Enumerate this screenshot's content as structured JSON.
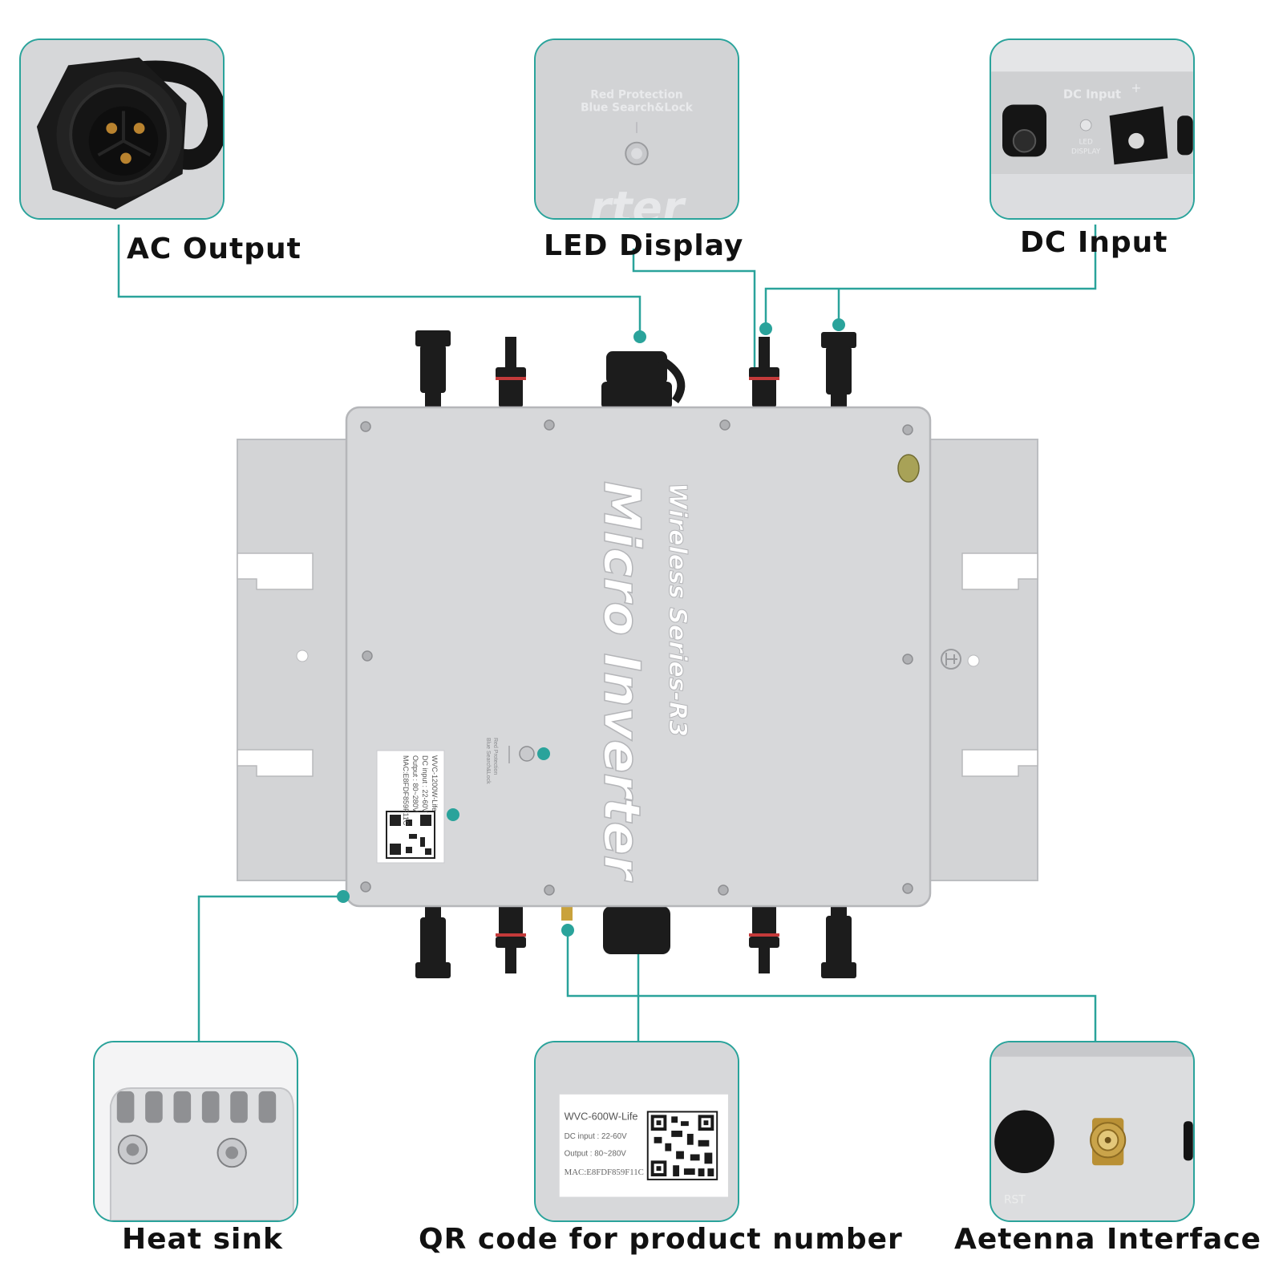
{
  "labels": {
    "ac_output": "AC Output",
    "led_display": "LED Display",
    "dc_input": "DC Input",
    "heat_sink": "Heat sink",
    "qr_code": "QR code for product number",
    "antenna": "Aetenna Interface"
  },
  "device": {
    "series": "Wireless Series-R3",
    "name": "Micro Inverter",
    "small_label_model": "WVC-1200W-Life",
    "small_label_dc": "DC input : 22-60V",
    "small_label_output": "Output : 80~280V",
    "small_label_mac": "MAC:E8FDF859F11C"
  },
  "led_panel": {
    "line1": "Red Protection",
    "line2": "Blue Search&Lock",
    "watermark": "rter"
  },
  "dc_panel": {
    "title": "DC Input",
    "led": "LED",
    "display": "DISPLAY",
    "plus": "+"
  },
  "qr_panel": {
    "model": "WVC-600W-Life",
    "dc": "DC input : 22-60V",
    "output": "Output : 80~280V",
    "mac": "MAC:E8FDF859F11C"
  },
  "antenna_panel": {
    "rst": "RST"
  },
  "colors": {
    "accent": "#2aa39b",
    "metal": "#d7d8da"
  },
  "icons": [
    "ground-icon",
    "ce-badge-icon",
    "qr-code-icon"
  ]
}
